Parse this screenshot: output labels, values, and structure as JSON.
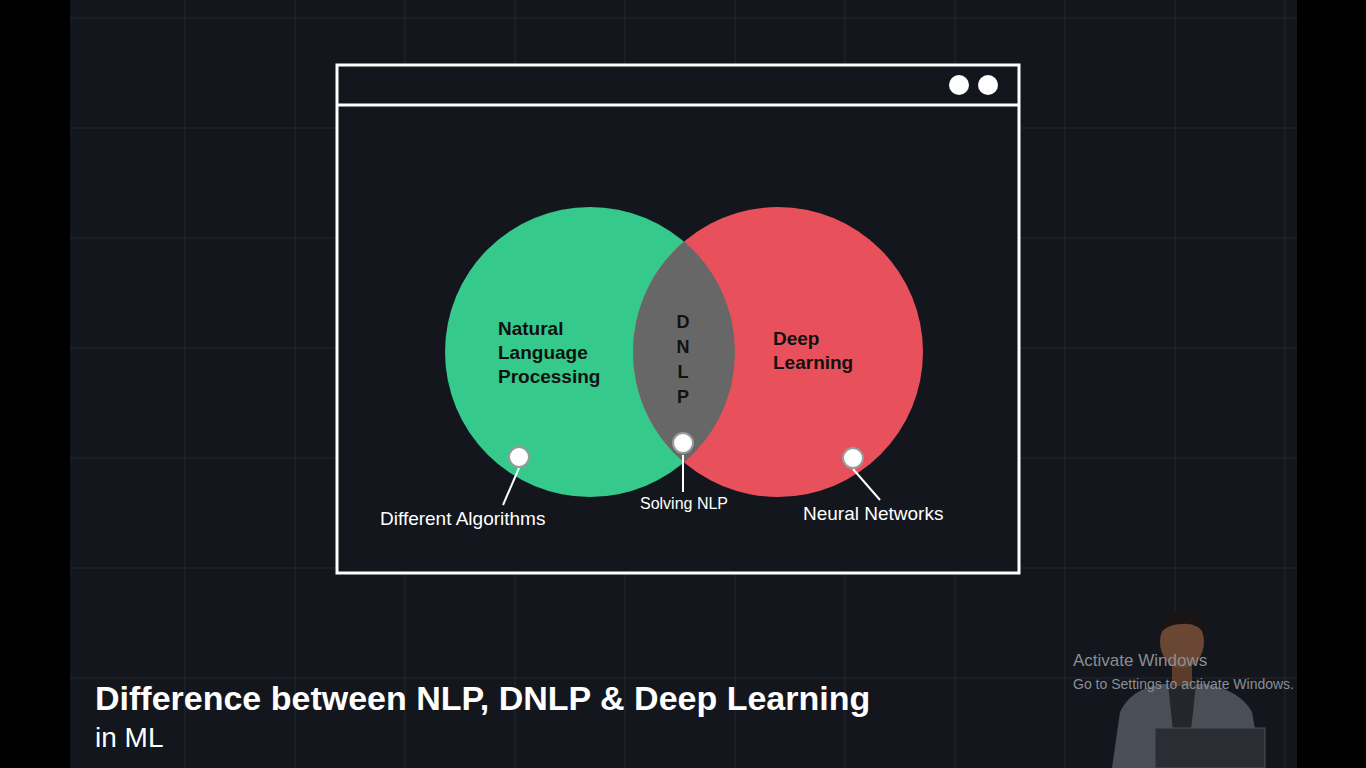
{
  "diagram": {
    "title": "Difference between NLP, DNLP & Deep Learning",
    "nodes": [
      {
        "text": [
          "Natural Language Processing"
        ]
      },
      {
        "text": [
          "DNLP"
        ]
      },
      {
        "text": [
          "Deep Learning"
        ]
      }
    ],
    "labels": [
      "Different Algorithms",
      "Solving NLP",
      "Neural Networks",
      "in ML",
      "Activate Windows",
      "Go to Settings to activate Windows."
    ]
  }
}
